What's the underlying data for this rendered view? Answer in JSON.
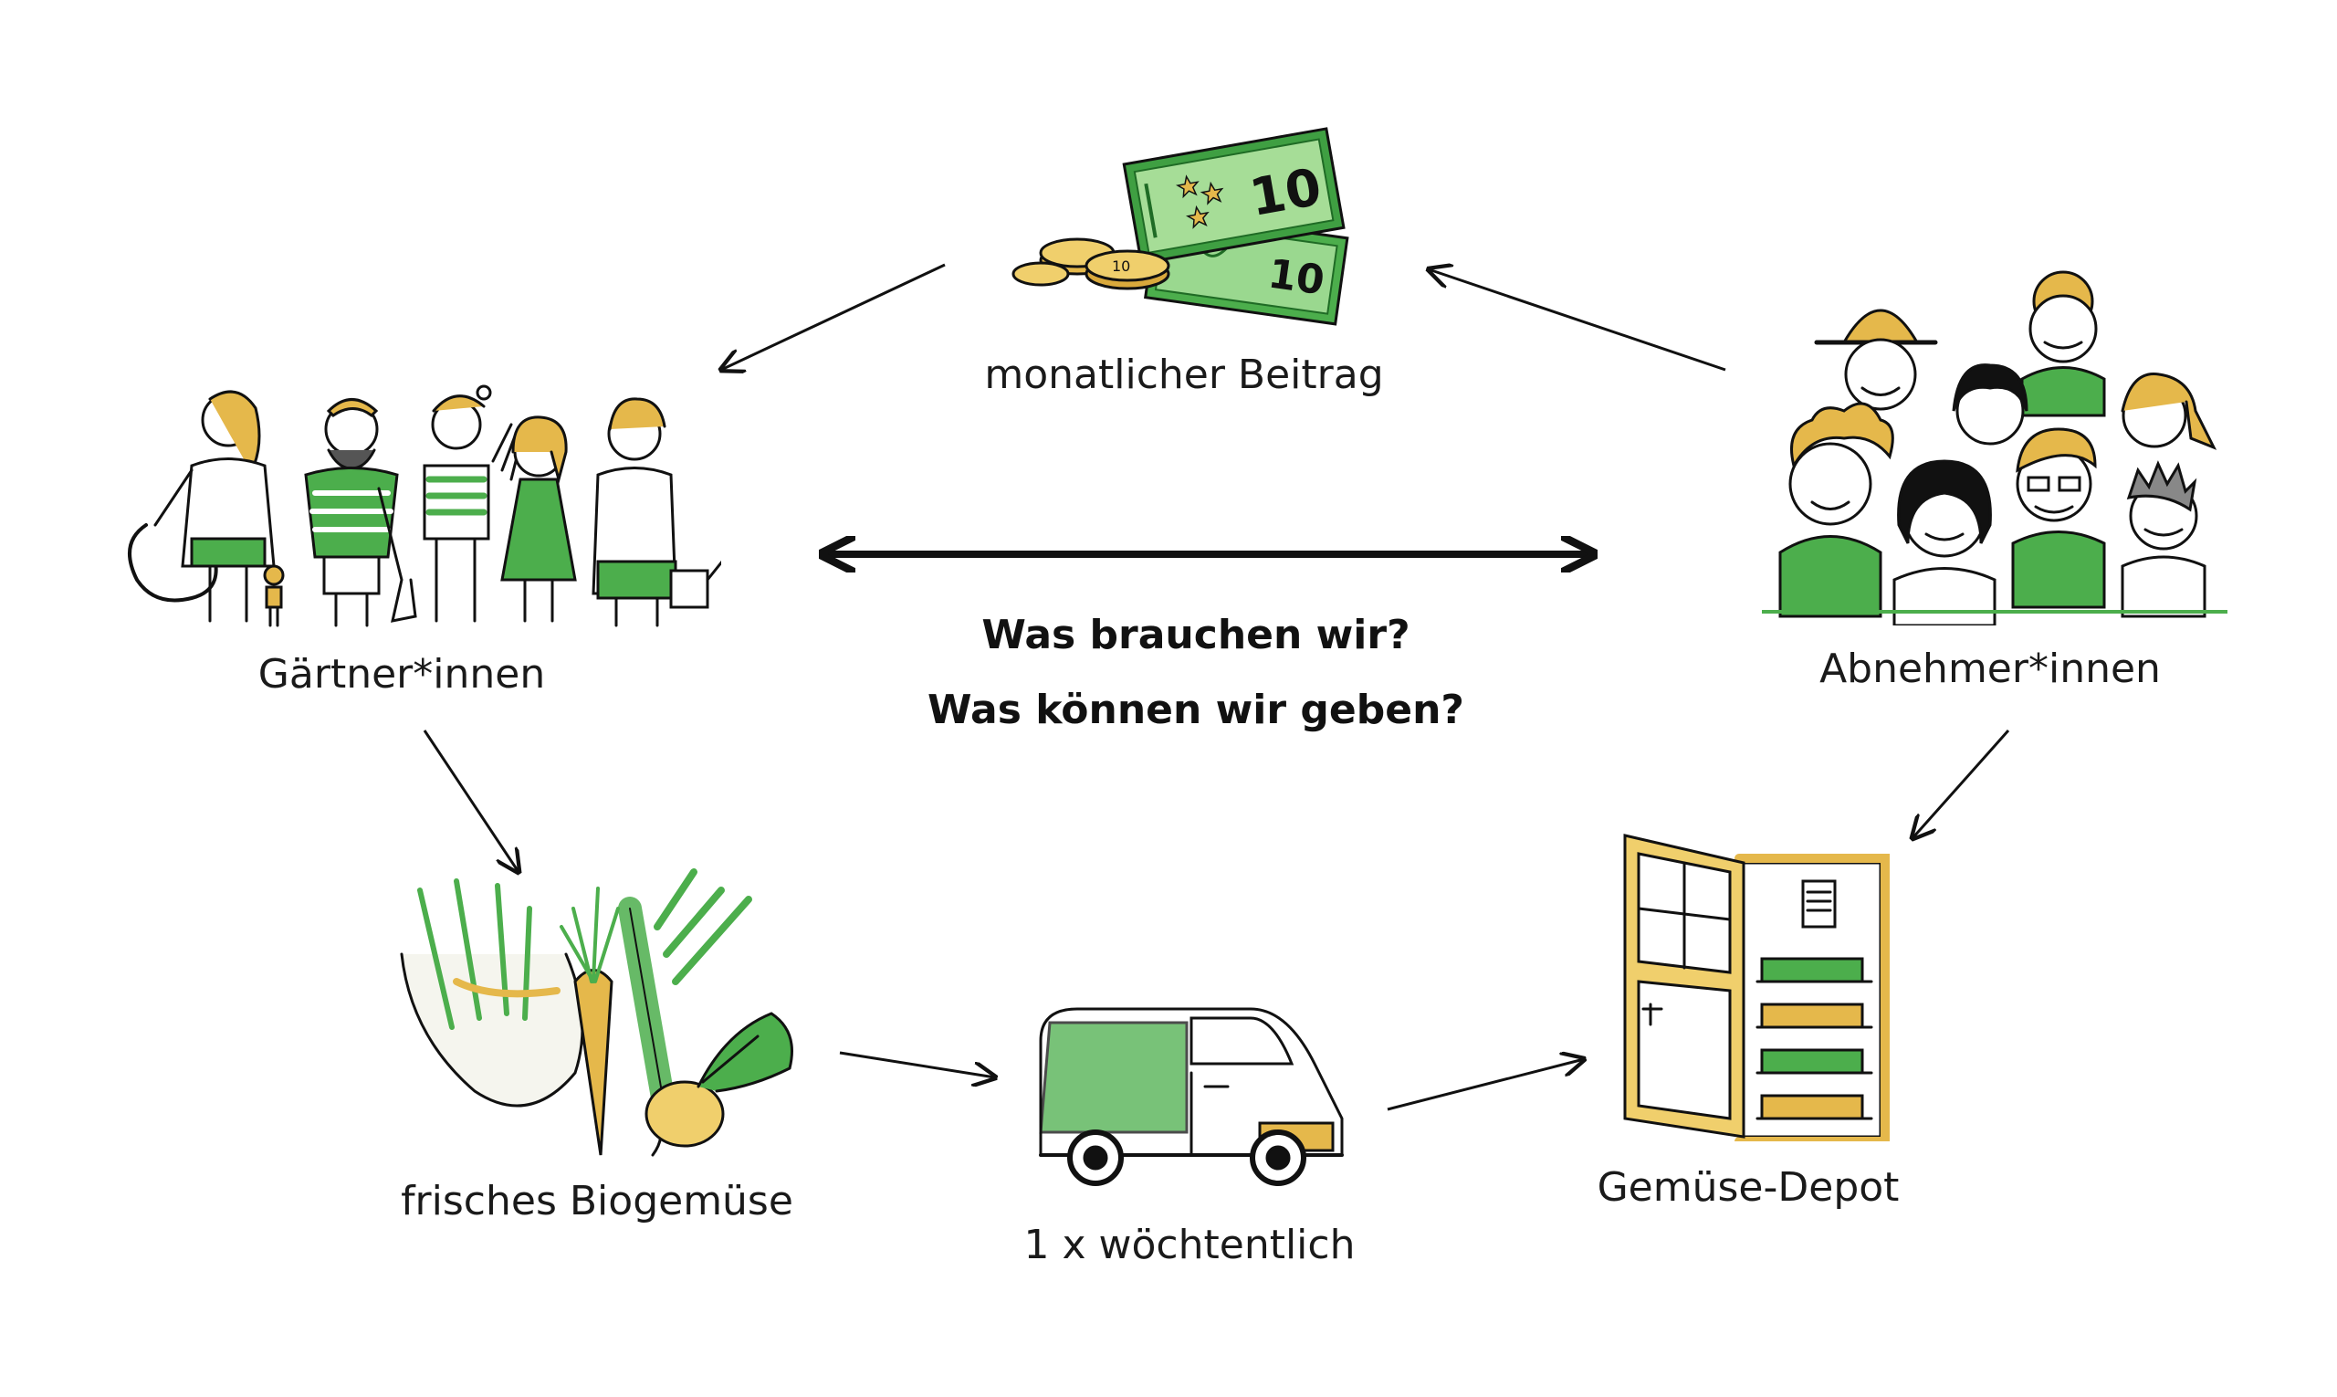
{
  "nodes": {
    "payment": {
      "label": "monatlicher Beitrag",
      "icon": "money-icon"
    },
    "gardeners": {
      "label": "Gärtner*innen",
      "icon": "gardeners-group-icon"
    },
    "consumers": {
      "label": "Abnehmer*innen",
      "icon": "people-group-icon"
    },
    "vegetables": {
      "label": "frisches Biogemüse",
      "icon": "vegetables-icon"
    },
    "delivery": {
      "label": "1 x wöchtentlich",
      "icon": "delivery-van-icon"
    },
    "depot": {
      "label": "Gemüse-Depot",
      "icon": "depot-door-icon"
    }
  },
  "center": {
    "line1": "Was brauchen wir?",
    "line2": "Was können wir geben?"
  },
  "colors": {
    "green": "#2e9e3a",
    "light_green": "#8fd48a",
    "yellow": "#e5b84b",
    "ink": "#111111"
  }
}
